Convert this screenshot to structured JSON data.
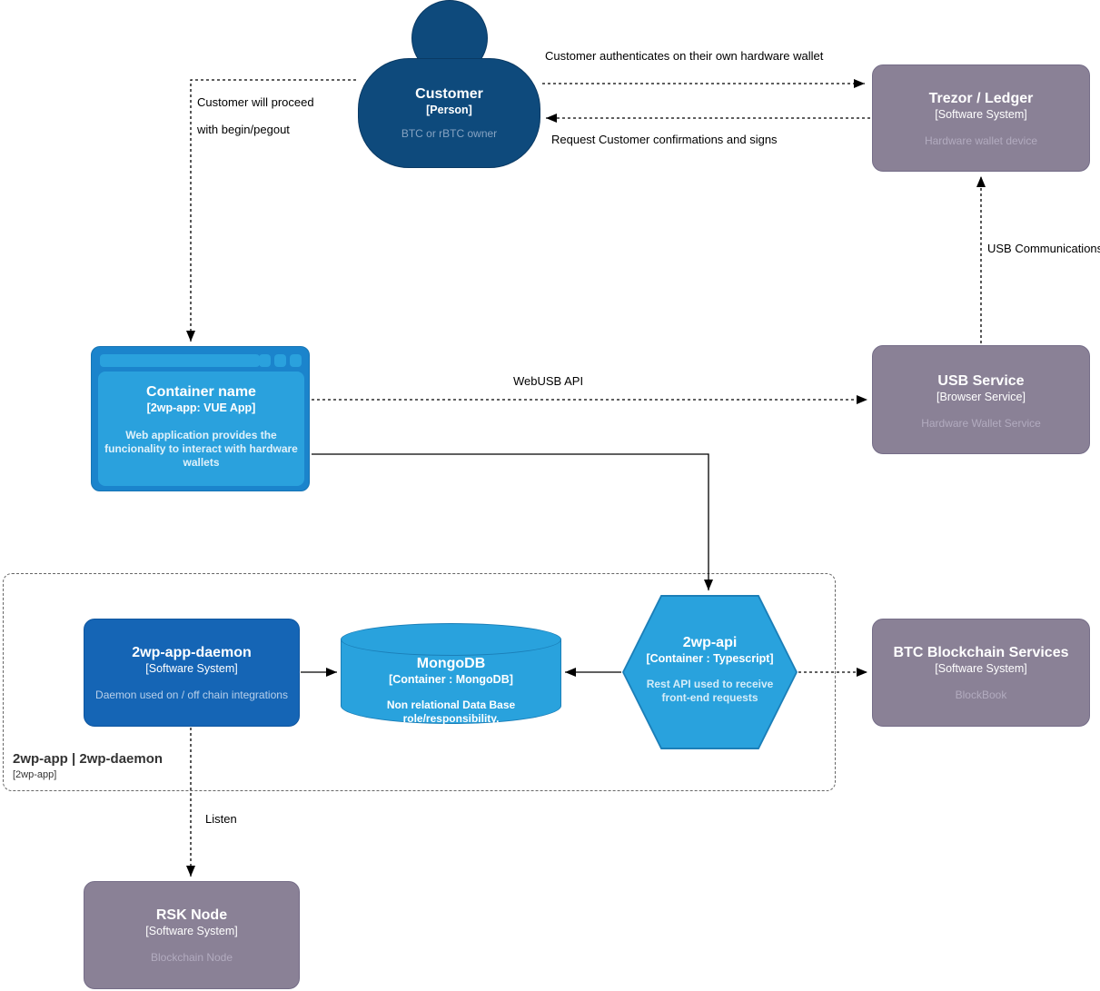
{
  "nodes": {
    "customer": {
      "title": "Customer",
      "subtitle": "[Person]",
      "description": "BTC or rBTC owner"
    },
    "trezor": {
      "title": "Trezor / Ledger",
      "subtitle": "[Software System]",
      "description": "Hardware wallet device"
    },
    "webapp": {
      "title": "Container name",
      "subtitle": "[2wp-app: VUE App]",
      "description": "Web application provides the funcionality to interact with hardware wallets"
    },
    "usb": {
      "title": "USB Service",
      "subtitle": "[Browser Service]",
      "description": "Hardware Wallet Service"
    },
    "daemon": {
      "title": "2wp-app-daemon",
      "subtitle": "[Software System]",
      "description": "Daemon used on / off chain integrations"
    },
    "mongodb": {
      "title": "MongoDB",
      "subtitle": "[Container : MongoDB]",
      "description": "Non relational Data Base role/responsibility."
    },
    "api": {
      "title": "2wp-api",
      "subtitle": "[Container : Typescript]",
      "description": "Rest API used to receive front-end requests"
    },
    "btc": {
      "title": "BTC Blockchain Services",
      "subtitle": "[Software System]",
      "description": "BlockBook"
    },
    "rsk": {
      "title": "RSK Node",
      "subtitle": "[Software System]",
      "description": "Blockchain Node"
    }
  },
  "boundary": {
    "title": "2wp-app | 2wp-daemon",
    "subtitle": "[2wp-app]"
  },
  "edges": {
    "auth": "Customer authenticates on their own hardware wallet",
    "confirm": "Request Customer confirmations and signs",
    "proceed_line1": "Customer will proceed",
    "proceed_line2": "with begin/pegout",
    "usb_comm": "USB Communications",
    "webusb": "WebUSB API",
    "listen": "Listen"
  },
  "colors": {
    "person_fill": "#0e4a7c",
    "system_fill": "#8a8196",
    "container_fill": "#29a2dd",
    "container_frame": "#1b84cc",
    "daemon_fill": "#1565b5",
    "edge_color": "#000000",
    "boundary_color": "#666666"
  }
}
